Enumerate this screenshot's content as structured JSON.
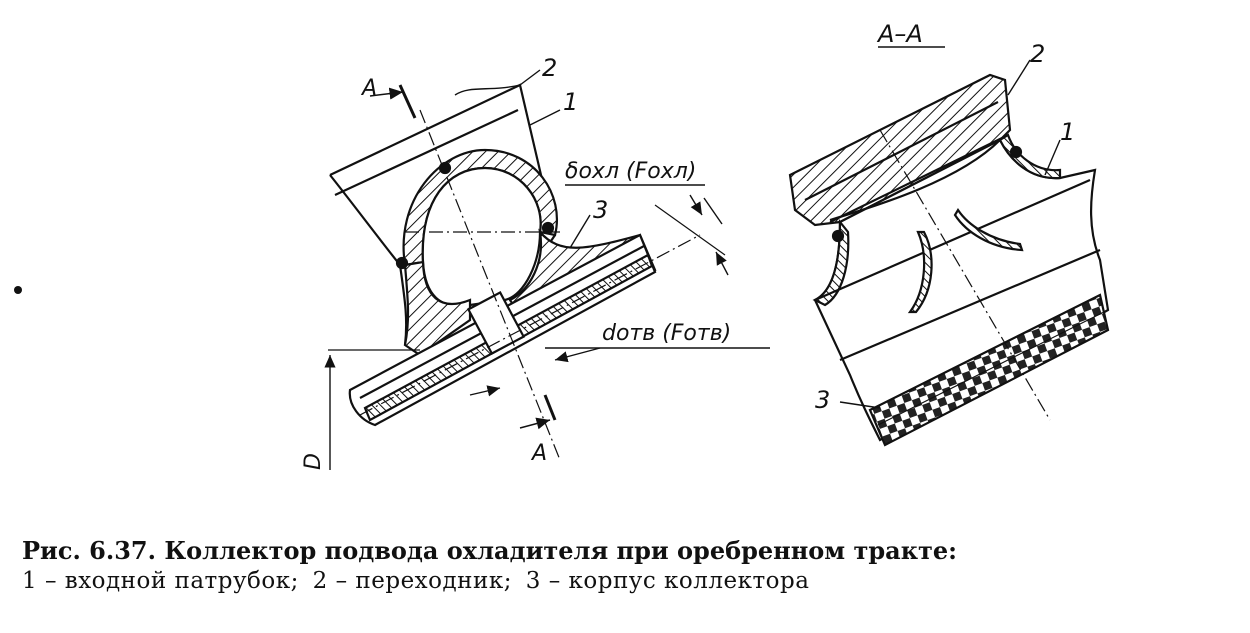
{
  "figure": {
    "left_view": {
      "section_mark": "A",
      "callouts": [
        "1",
        "2",
        "3"
      ],
      "delta_label": "δохл (Fохл)",
      "d_label": "dотв (Fотв)",
      "D_label": "D"
    },
    "right_view": {
      "section_title": "А–А",
      "callouts": [
        "1",
        "2",
        "3"
      ]
    }
  },
  "caption": {
    "title": "Рис. 6.37. Коллектор подвода охладителя при оребренном тракте:",
    "legend": [
      "1 – входной патрубок;",
      "2 – переходник;",
      "3 – корпус коллектора"
    ]
  },
  "colors": {
    "ink": "#111111",
    "paper": "#ffffff"
  }
}
